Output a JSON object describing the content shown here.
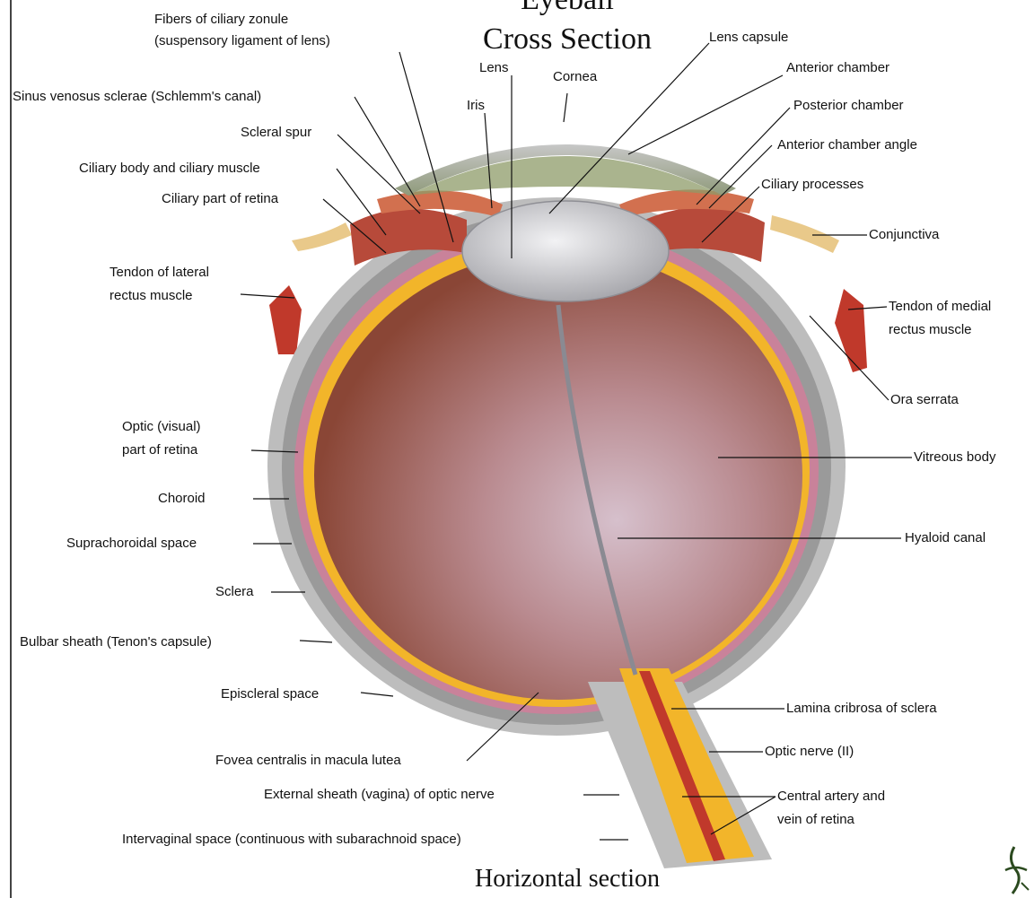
{
  "title": {
    "line1": "Eyeball",
    "line2": "Cross Section"
  },
  "caption": "Horizontal section",
  "colors": {
    "vitreous": "#9b5a4a",
    "vitreous_light": "#c9a9b4",
    "sclera": "#9a9a9a",
    "sclera_light": "#c8c8c8",
    "choroid": "#c9829a",
    "retina": "#f2b52a",
    "muscle": "#c0392b",
    "lens": "#d9d9dc",
    "cornea": "#b9c1a8"
  },
  "labels": {
    "fibers_zonule_1": "Fibers of ciliary zonule",
    "fibers_zonule_2": "(suspensory ligament of lens)",
    "sinus_venosus": "Sinus venosus sclerae (Schlemm's canal)",
    "scleral_spur": "Scleral spur",
    "ciliary_body": "Ciliary body and ciliary muscle",
    "ciliary_retina": "Ciliary part of retina",
    "tendon_lateral_1": "Tendon of lateral",
    "tendon_lateral_2": "rectus muscle",
    "optic_retina_1": "Optic (visual)",
    "optic_retina_2": "part of retina",
    "choroid": "Choroid",
    "suprachoroidal": "Suprachoroidal space",
    "sclera": "Sclera",
    "bulbar_sheath": "Bulbar sheath (Tenon's capsule)",
    "episcleral": "Episcleral space",
    "fovea": "Fovea centralis in macula lutea",
    "external_sheath": "External sheath (vagina) of optic nerve",
    "intervaginal": "Intervaginal space (continuous with subarachnoid space)",
    "lens": "Lens",
    "iris": "Iris",
    "cornea": "Cornea",
    "lens_capsule": "Lens capsule",
    "anterior_chamber": "Anterior chamber",
    "posterior_chamber": "Posterior chamber",
    "anterior_angle": "Anterior chamber angle",
    "ciliary_processes": "Ciliary processes",
    "conjunctiva": "Conjunctiva",
    "tendon_medial_1": "Tendon of medial",
    "tendon_medial_2": "rectus muscle",
    "ora_serrata": "Ora serrata",
    "vitreous_body": "Vitreous body",
    "hyaloid_canal": "Hyaloid canal",
    "lamina_cribrosa": "Lamina cribrosa of sclera",
    "optic_nerve": "Optic nerve (II)",
    "central_artery_1": "Central artery and",
    "central_artery_2": "vein of retina"
  }
}
